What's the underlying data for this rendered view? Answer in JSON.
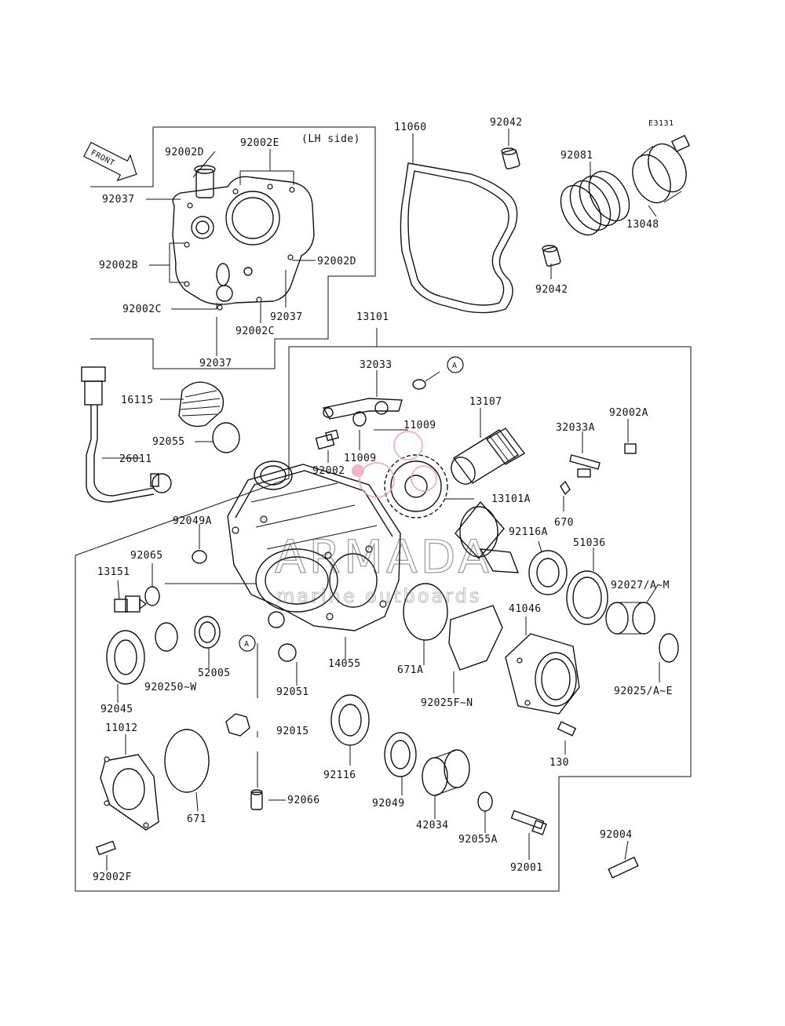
{
  "diagram_code": "E3131",
  "front_arrow_label": "FRONT",
  "inset_caption": "(LH side)",
  "watermark": {
    "title": "ARMADA",
    "subtitle": "marine outboards",
    "accent_color": "#e8a0b8"
  },
  "callout_marker": "A",
  "parts": [
    "92002D",
    "92002E",
    "92037",
    "92002B",
    "92002D",
    "92002C",
    "92037",
    "92002C",
    "92037",
    "11060",
    "92042",
    "92081",
    "13048",
    "92042",
    "13101",
    "32033",
    "13107",
    "11009",
    "11009",
    "92002",
    "32033A",
    "92002A",
    "16115",
    "92055",
    "26011",
    "92049A",
    "13101A",
    "670",
    "92116A",
    "51036",
    "92065",
    "13151",
    "92027/A~M",
    "41046",
    "52005",
    "14055",
    "671A",
    "92025F~N",
    "92025/A~E",
    "92045",
    "920250~W",
    "92051",
    "11012",
    "92015",
    "130",
    "92116",
    "92049",
    "671",
    "92066",
    "42034",
    "92055A",
    "92004",
    "92001",
    "92002F"
  ]
}
